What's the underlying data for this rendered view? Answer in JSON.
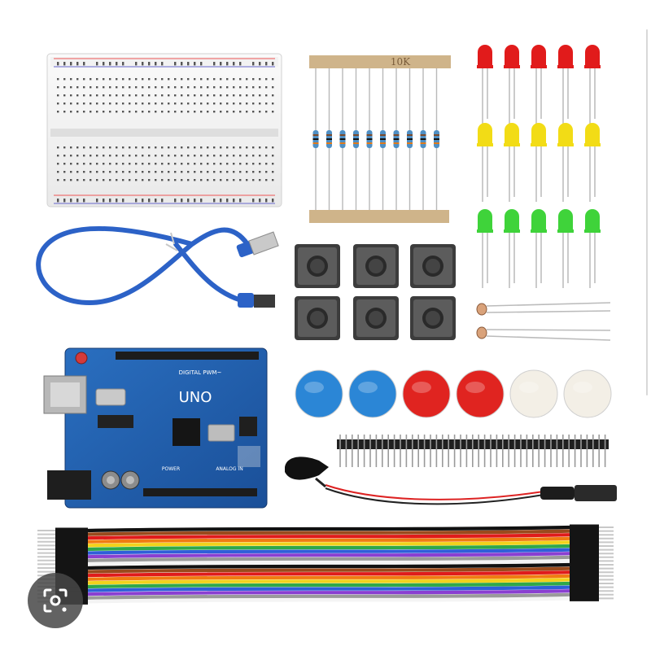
{
  "photo": {
    "resistor_tape_label": "10K",
    "board_brand": "UNO",
    "board_header_label": "DIGITAL PWM~",
    "board_power_label": "POWER",
    "board_analog_label": "ANALOG IN",
    "led_colors": [
      "#e11b1b",
      "#f2dc16",
      "#3fd33a"
    ],
    "cap_colors": [
      "#2b86d6",
      "#2b86d6",
      "#e02420",
      "#e02420",
      "#f3efe6",
      "#f3efe6"
    ],
    "jumper_colors": [
      "#111111",
      "#9a4a1c",
      "#e01b1b",
      "#f07c12",
      "#f2d21c",
      "#2fa84a",
      "#2f5fd8",
      "#8a3fd1",
      "#9a9a9a",
      "#f4f4f4"
    ]
  },
  "overlay": {
    "icon": "image-search-icon"
  }
}
